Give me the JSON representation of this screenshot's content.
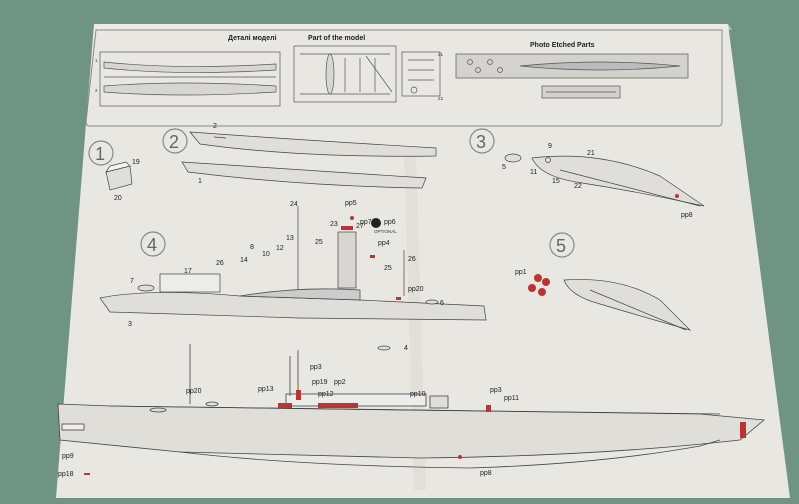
{
  "header": {
    "parts_title_ru": "Деталі моделі",
    "parts_title_en": "Part of the model",
    "pe_title": "Photo Etched Parts",
    "sprue_numbers": [
      "1",
      "2",
      "21",
      "22"
    ]
  },
  "steps": [
    {
      "number": "1",
      "labels": [
        "19",
        "20"
      ]
    },
    {
      "number": "2",
      "labels": [
        "2",
        "1"
      ]
    },
    {
      "number": "3",
      "labels": [
        "9",
        "21",
        "5",
        "11",
        "15",
        "22",
        "pp8"
      ]
    },
    {
      "number": "4",
      "labels": [
        "24",
        "pp5",
        "23",
        "27",
        "pp7",
        "pp6",
        "OPTIONAL",
        "10",
        "8",
        "12",
        "13",
        "25",
        "pp4",
        "26",
        "14",
        "17",
        "25",
        "26",
        "7",
        "pp20",
        "6",
        "3",
        "4"
      ]
    },
    {
      "number": "5",
      "labels": [
        "pp1"
      ]
    }
  ],
  "hull_labels": [
    "pp3",
    "pp19",
    "pp2",
    "pp13",
    "pp12",
    "pp10",
    "pp3",
    "pp11",
    "pp20",
    "pp9",
    "pp18",
    "pp8"
  ]
}
